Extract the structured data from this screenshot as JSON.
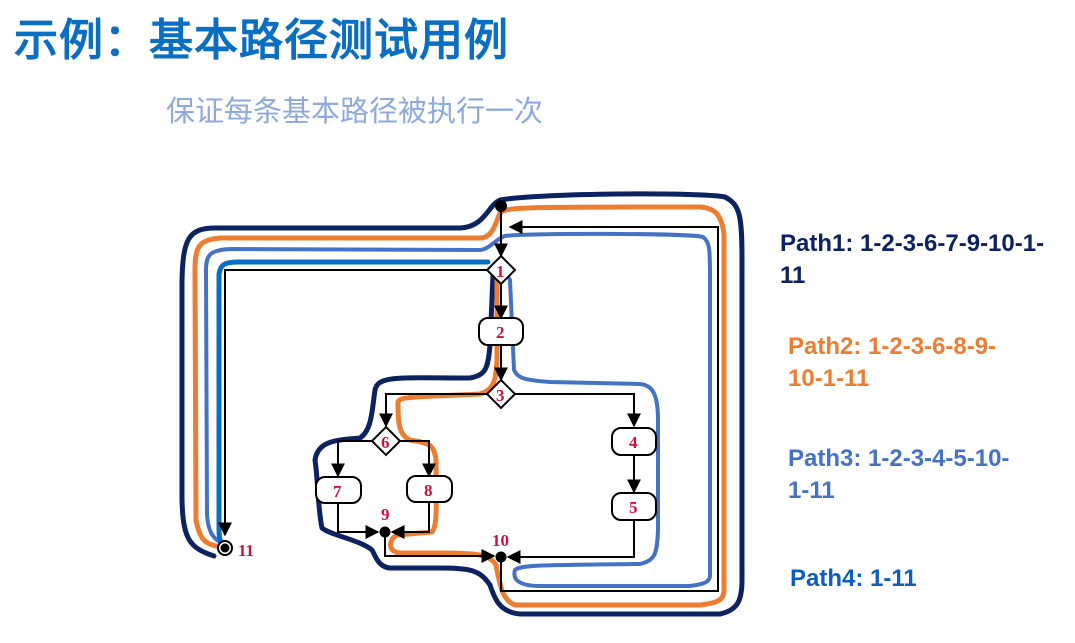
{
  "title": "示例：基本路径测试用例",
  "subtitle": "保证每条基本路径被执行一次",
  "colors": {
    "title": "#0a6fc2",
    "subtitle": "#8ea9db",
    "node_label": "#d0103a",
    "path1": "#0d2260",
    "path2": "#ed7d31",
    "path3": "#4472c4",
    "path4": "#0a5fbf"
  },
  "paths": [
    {
      "id": "path1",
      "label": "Path1: 1-2-3-6-7-9-10-1-11",
      "sequence": [
        1,
        2,
        3,
        6,
        7,
        9,
        10,
        1,
        11
      ]
    },
    {
      "id": "path2",
      "label": "Path2: 1-2-3-6-8-9-10-1-11",
      "sequence": [
        1,
        2,
        3,
        6,
        8,
        9,
        10,
        1,
        11
      ]
    },
    {
      "id": "path3",
      "label": "Path3: 1-2-3-4-5-10-1-11",
      "sequence": [
        1,
        2,
        3,
        4,
        5,
        10,
        1,
        11
      ]
    },
    {
      "id": "path4",
      "label": "Path4: 1-11",
      "sequence": [
        1,
        11
      ]
    }
  ],
  "nodes": [
    {
      "id": "1",
      "type": "decision"
    },
    {
      "id": "2",
      "type": "process"
    },
    {
      "id": "3",
      "type": "decision"
    },
    {
      "id": "4",
      "type": "process"
    },
    {
      "id": "5",
      "type": "process"
    },
    {
      "id": "6",
      "type": "decision"
    },
    {
      "id": "7",
      "type": "process"
    },
    {
      "id": "8",
      "type": "process"
    },
    {
      "id": "9",
      "type": "junction"
    },
    {
      "id": "10",
      "type": "junction"
    },
    {
      "id": "11",
      "type": "terminal"
    }
  ],
  "edges": [
    [
      "1",
      "2"
    ],
    [
      "2",
      "3"
    ],
    [
      "3",
      "6"
    ],
    [
      "3",
      "4"
    ],
    [
      "4",
      "5"
    ],
    [
      "6",
      "7"
    ],
    [
      "6",
      "8"
    ],
    [
      "7",
      "9"
    ],
    [
      "8",
      "9"
    ],
    [
      "9",
      "10"
    ],
    [
      "5",
      "10"
    ],
    [
      "10",
      "1"
    ],
    [
      "1",
      "11"
    ]
  ]
}
